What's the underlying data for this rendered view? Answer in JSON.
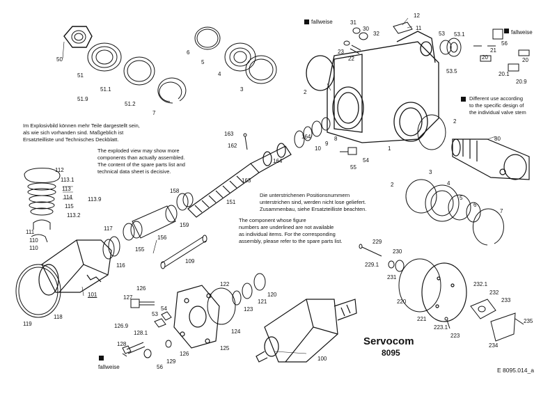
{
  "title": "Servocom",
  "model": "8095",
  "drawing_number": "E 8095.014_a",
  "optional_marker": "fallweise",
  "notes": {
    "de_explode_1": "Im Explosivbild können mehr Teile dargestellt sein,",
    "de_explode_2": "als wie sich vorhanden sind. Maßgeblich ist",
    "de_explode_3": "Ersatzteilliste und Technisches Deckblatt.",
    "en_explode_1": "The exploded view may show more",
    "en_explode_2": "components than actually assembled.",
    "en_explode_3": "The content of the spare parts list and",
    "en_explode_4": "technical data sheet is decisive.",
    "de_underline_1": "Die unterstrichenen Positionsnummern",
    "de_underline_2": "unterstrichen sind, werden nicht lose geliefert.",
    "de_underline_3": "Zusammenbau, siehe Ersatzteilliste beachten.",
    "en_underline_1": "The component whose figure",
    "en_underline_2": "numbers are underlined are not available",
    "en_underline_3": "as individual items. For the corresponding",
    "en_underline_4": "assembly, please refer to the spare parts list.",
    "en_different_1": "Different use according",
    "en_different_2": "to the specific design of",
    "en_different_3": "the individual valve stem"
  },
  "labels": {
    "l12": "12",
    "l11": "11",
    "l31": "31",
    "l30": "30",
    "l32": "32",
    "l23": "23",
    "l22": "22",
    "l53": "53",
    "l531": "53.1",
    "l535": "53.5",
    "l56": "56",
    "l21": "21",
    "l20": "20",
    "l201": "20.1",
    "l209": "20.9",
    "l6": "6",
    "l5": "5",
    "l4": "4",
    "l3": "3",
    "l2": "2",
    "l2b": "2",
    "l2c": "2",
    "l50": "50",
    "l51": "51",
    "l511": "51.1",
    "l519": "51.9",
    "l512": "51.2",
    "l7": "7",
    "l163": "163",
    "l162": "162",
    "l164": "164",
    "l10": "10",
    "l9": "9",
    "l8": "8",
    "l1": "1",
    "l55": "55",
    "l54": "54",
    "l80": "80",
    "l112": "112",
    "l1131": "113.1",
    "l113": "113",
    "l114": "114",
    "l115": "115",
    "l1132": "113.2",
    "l1139": "113.9",
    "l111": "111",
    "l1101": "110",
    "l110": "110",
    "l117": "117",
    "l116": "116",
    "l118": "118",
    "l119": "119",
    "l158": "158",
    "l159": "159",
    "l151": "151",
    "l155": "155",
    "l156": "156",
    "l163b": "163",
    "l3b": "3",
    "l4b": "4",
    "l5b": "5",
    "l6b": "6",
    "l7b": "7",
    "l109": "109",
    "l101": "101",
    "l122": "122",
    "l120": "120",
    "l121": "121",
    "l123": "123",
    "l124": "124",
    "l125": "125",
    "l127": "127",
    "l126": "126",
    "l1269": "126.9",
    "l1281": "128.1",
    "l128": "128",
    "l129": "129",
    "l54b": "54",
    "l53b": "53",
    "l56b": "56",
    "l100": "100",
    "l229": "229",
    "l2291": "229.1",
    "l230": "230",
    "l231": "231",
    "l220": "220",
    "l221": "221",
    "l2231": "223.1",
    "l223": "223",
    "l2321": "232.1",
    "l232": "232",
    "l233": "233",
    "l235": "235",
    "l234": "234"
  }
}
